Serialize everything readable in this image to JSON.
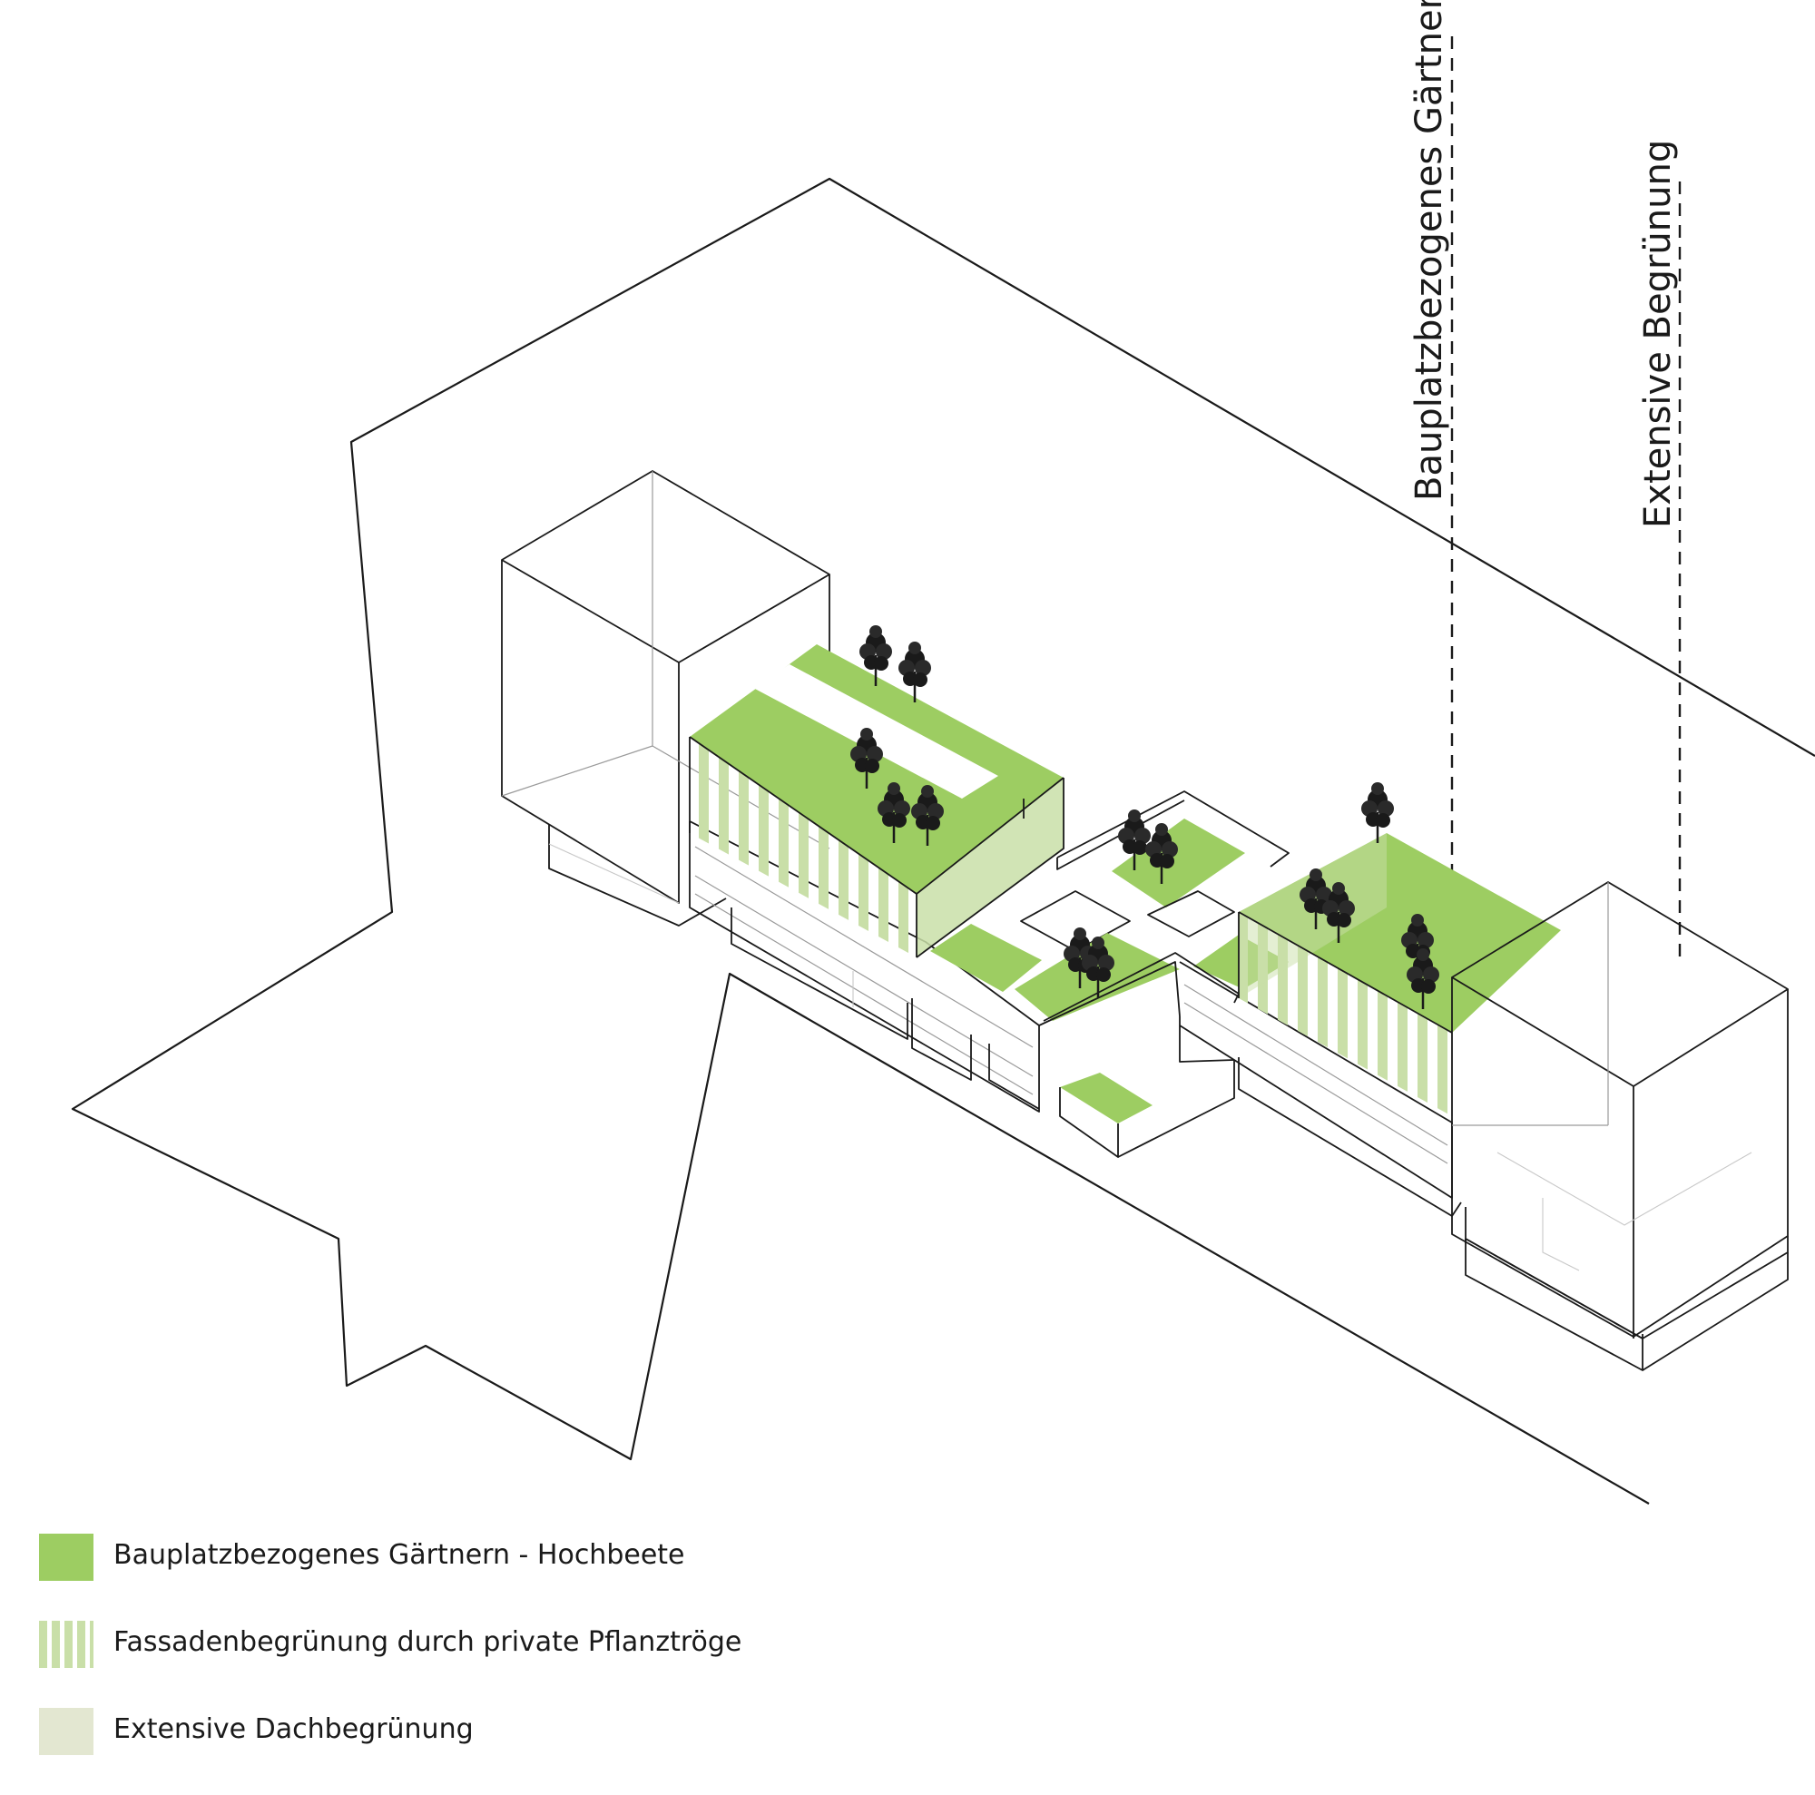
{
  "colors": {
    "hochbeete": "#9dcd62",
    "fassade": "#c9dfa8",
    "extensive": "#e3e7d1",
    "line": "#1a1a1a"
  },
  "callouts": {
    "gaertner": "Bauplatzbezogenes Gärtner",
    "extensive": "Extensive Begrünung"
  },
  "legend": {
    "items": [
      {
        "label": "Bauplatzbezogenes Gärtnern - Hochbeete",
        "swatch": "solid-green"
      },
      {
        "label": "Fassadenbegrünung durch private Pflanztröge",
        "swatch": "striped-green"
      },
      {
        "label": "Extensive Dachbegrünung",
        "swatch": "pale-green"
      }
    ]
  },
  "icons": [
    "tree-icon"
  ]
}
